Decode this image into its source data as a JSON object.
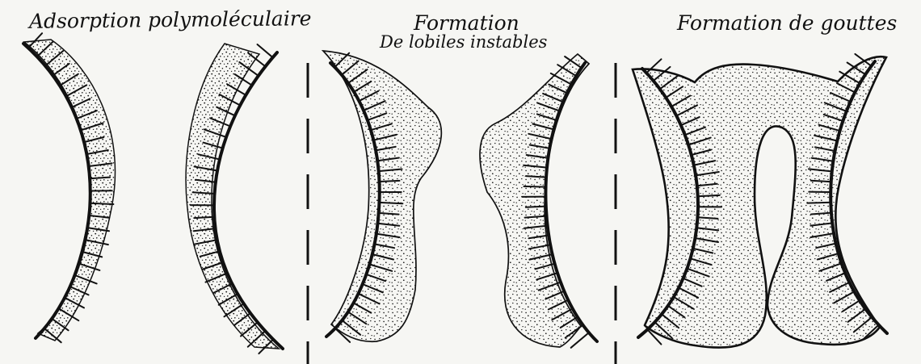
{
  "panels": [
    {
      "caption_lines": [
        "Adsorption polymoléculaire"
      ]
    },
    {
      "caption_lines": [
        "Formation",
        "De lobiles instables"
      ]
    },
    {
      "caption_lines": [
        "Formation de gouttes"
      ]
    }
  ],
  "style": {
    "ink": "#111111",
    "paper": "#f6f6f3"
  }
}
